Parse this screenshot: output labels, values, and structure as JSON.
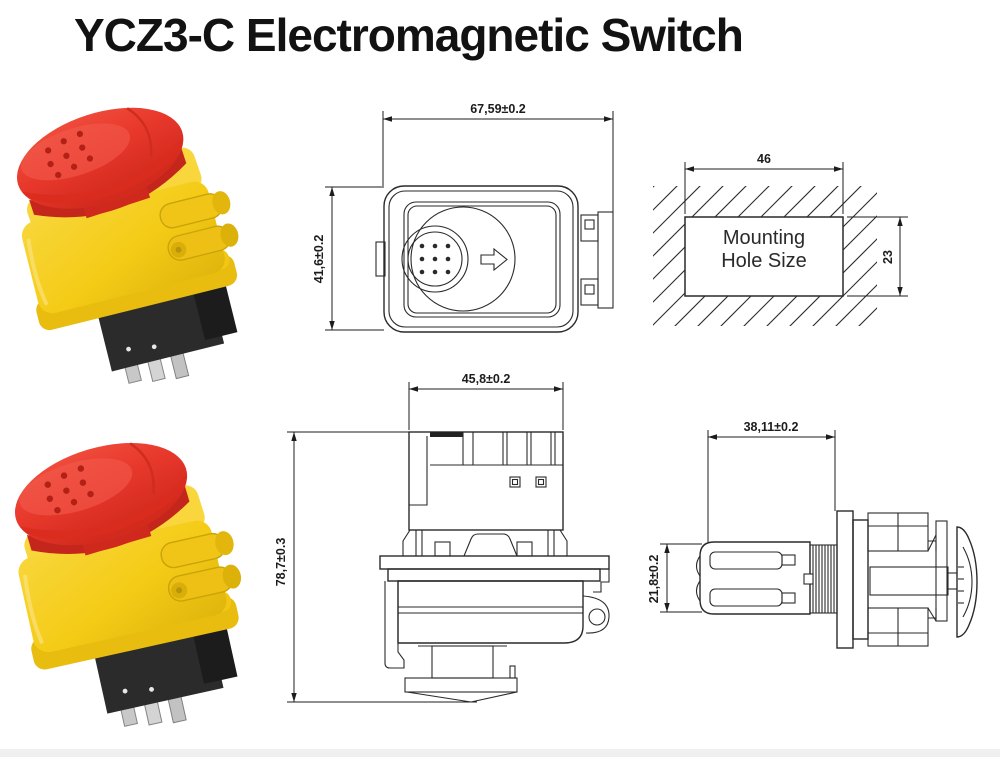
{
  "title": "YCZ3-C Electromagnetic Switch",
  "top_view": {
    "width_dim": "67,59±0.2",
    "height_dim": "41,6±0.2"
  },
  "mounting_hole": {
    "width_dim": "46",
    "height_dim": "23",
    "label_line1": "Mounting",
    "label_line2": "Hole Size"
  },
  "front_view": {
    "width_dim": "45,8±0.2",
    "height_dim": "78,7±0.3"
  },
  "side_view": {
    "width_dim": "38,11±0.2",
    "height_dim": "21,8±0.2"
  },
  "colors": {
    "line": "#2a2a2a",
    "body_yellow": "#f4cb16",
    "body_yellow_light": "#f8d63a",
    "body_yellow_dark": "#dfb50d",
    "cap_red": "#e8382c",
    "cap_red_dark": "#c4261b",
    "base_black": "#2b2b2b",
    "terminal_gray": "#c8c8c8",
    "background": "#ffffff"
  }
}
